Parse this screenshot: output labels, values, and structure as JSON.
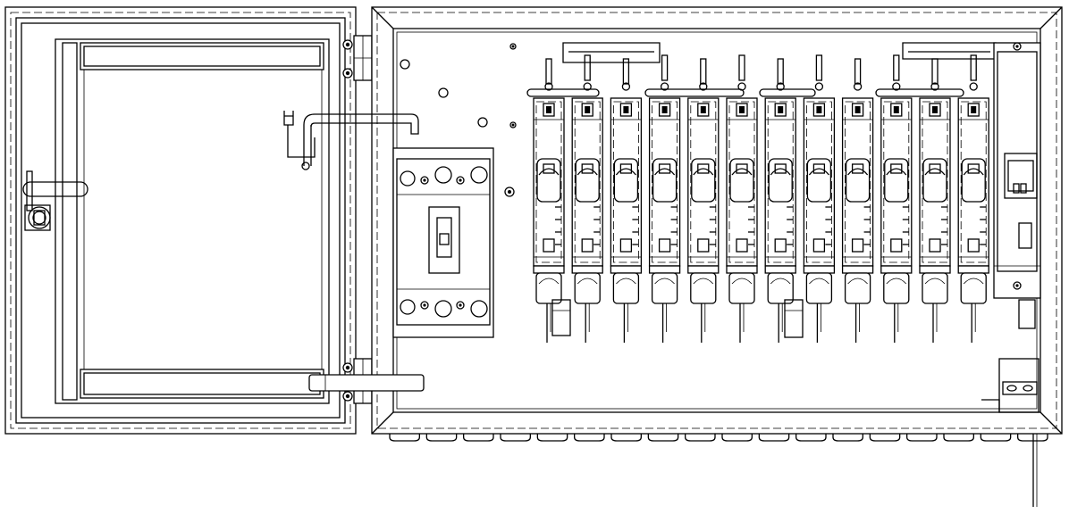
{
  "drawing": {
    "style": "technical line drawing",
    "stroke_color": "#000000",
    "background_color": "#ffffff",
    "text_labels": []
  },
  "door": {
    "icon": "enclosure-door",
    "has_lock": true,
    "has_latch": true
  },
  "hinges": {
    "count": 2
  },
  "enclosure": {
    "icon": "electrical-enclosure-open",
    "knockouts_bottom": 18
  },
  "main_breaker": {
    "icon": "main-circuit-breaker",
    "poles": 3
  },
  "branch_breakers": {
    "icon": "branch-breaker",
    "count": 12
  },
  "side_panel": {
    "icon": "terminal-block"
  },
  "ground_bar": {
    "icon": "ground-bar"
  },
  "cable": {
    "icon": "cable-lead"
  }
}
